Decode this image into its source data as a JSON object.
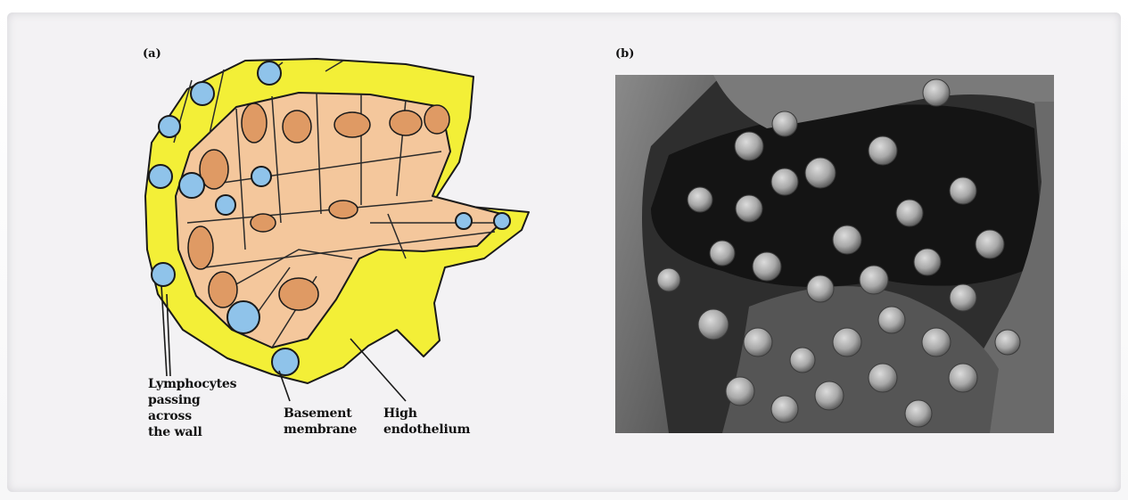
{
  "panels": {
    "a": {
      "label": "(a)",
      "callouts": {
        "lymphocytes": "Lymphocytes\npassing\nacross\nthe wall",
        "basement": "Basement\nmembrane",
        "endothelium": "High\nendothelium"
      }
    },
    "b": {
      "label": "(b)"
    }
  },
  "colors": {
    "wall_yellow": "#f3ef37",
    "cell_peach": "#f4c79c",
    "nucleus_orange": "#df9a64",
    "lymphocyte_blue": "#8fc3ea",
    "outline": "#1a1a1a"
  },
  "icons": {
    "diagram": "venule-cross-section-illustration",
    "micrograph": "electron-micrograph-lymphocytes"
  }
}
